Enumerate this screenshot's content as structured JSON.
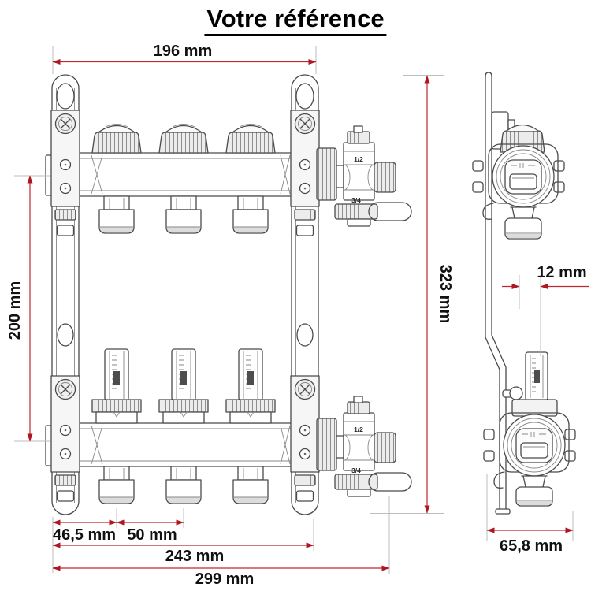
{
  "title": "Votre référence",
  "dimensions": {
    "top_width": "196 mm",
    "overall_height": "323 mm",
    "left_center_height": "200 mm",
    "side_offset": "12 mm",
    "first_outlet_offset": "46,5 mm",
    "outlet_spacing": "50 mm",
    "mount_width": "243 mm",
    "overall_width": "299 mm",
    "side_depth": "65,8 mm"
  },
  "port_labels": {
    "top_valve_size": "1/2",
    "top_drain_size": "3/4",
    "bottom_valve_size": "1/2",
    "bottom_drain_size": "3/4"
  },
  "colors": {
    "dimension_line": "#c0272d",
    "arrow": "#b01622",
    "drawing": "#4a4a4a",
    "label": "#111111"
  }
}
